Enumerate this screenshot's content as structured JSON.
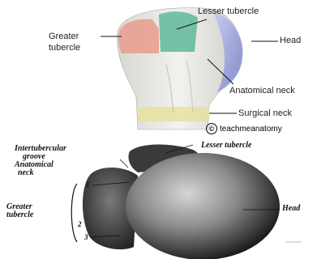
{
  "top_diagram": {
    "labels": {
      "greater_tubercle_line1": "Greater",
      "greater_tubercle_line2": "tubercle",
      "lesser_tubercle": "Lesser tubercle",
      "head": "Head",
      "anatomical_neck": "Anatomical neck",
      "surgical_neck": "Surgical neck"
    },
    "credit": "teachmeanatomy",
    "colors": {
      "greater_tubercle": "#e8a090",
      "lesser_tubercle": "#5fb89a",
      "head": "#9aa0d8",
      "surgical_neck": "#e8e0a0"
    }
  },
  "bottom_diagram": {
    "labels": {
      "intertubercular_line1": "Intertubercular",
      "intertubercular_line2": "groove",
      "anatomical_line1": "Anatomical",
      "anatomical_line2": "neck",
      "lesser_tubercle": "Lesser tubercle",
      "greater_line1": "Greater",
      "greater_line2": "tubercle",
      "head": "Head"
    },
    "numbers": [
      "1",
      "2",
      "3"
    ]
  }
}
